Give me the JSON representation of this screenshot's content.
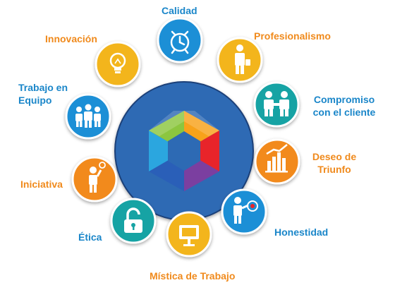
{
  "colors": {
    "blue": "#1b8fd6",
    "orange": "#f28a1c",
    "gold": "#f3b51b",
    "teal": "#16a3a4",
    "center": "#2d6ab4",
    "label_blue": "#1a86c9",
    "label_orange": "#f08a1c"
  },
  "center": {
    "logo": "hexagon-color-logo"
  },
  "values": [
    {
      "key": "calidad",
      "lines": [
        "Calidad"
      ],
      "icon": "alarm-clock-icon"
    },
    {
      "key": "profesionalismo",
      "lines": [
        "Profesionalismo"
      ],
      "icon": "businessman-icon"
    },
    {
      "key": "compromiso",
      "lines": [
        "Compromiso",
        "con el cliente"
      ],
      "icon": "handshake-team-icon"
    },
    {
      "key": "deseo",
      "lines": [
        "Deseo de",
        "Triunfo"
      ],
      "icon": "growth-chart-icon"
    },
    {
      "key": "honestidad",
      "lines": [
        "Honestidad"
      ],
      "icon": "target-person-icon"
    },
    {
      "key": "mistica",
      "lines": [
        "Mística de Trabajo"
      ],
      "icon": "presentation-board-icon"
    },
    {
      "key": "etica",
      "lines": [
        "Ética"
      ],
      "icon": "padlock-icon"
    },
    {
      "key": "iniciativa",
      "lines": [
        "Iniciativa"
      ],
      "icon": "idea-person-icon"
    },
    {
      "key": "trabajo",
      "lines": [
        "Trabajo en",
        "Equipo"
      ],
      "icon": "team-icon"
    },
    {
      "key": "innovacion",
      "lines": [
        "Innovación"
      ],
      "icon": "lightbulb-icon"
    }
  ]
}
